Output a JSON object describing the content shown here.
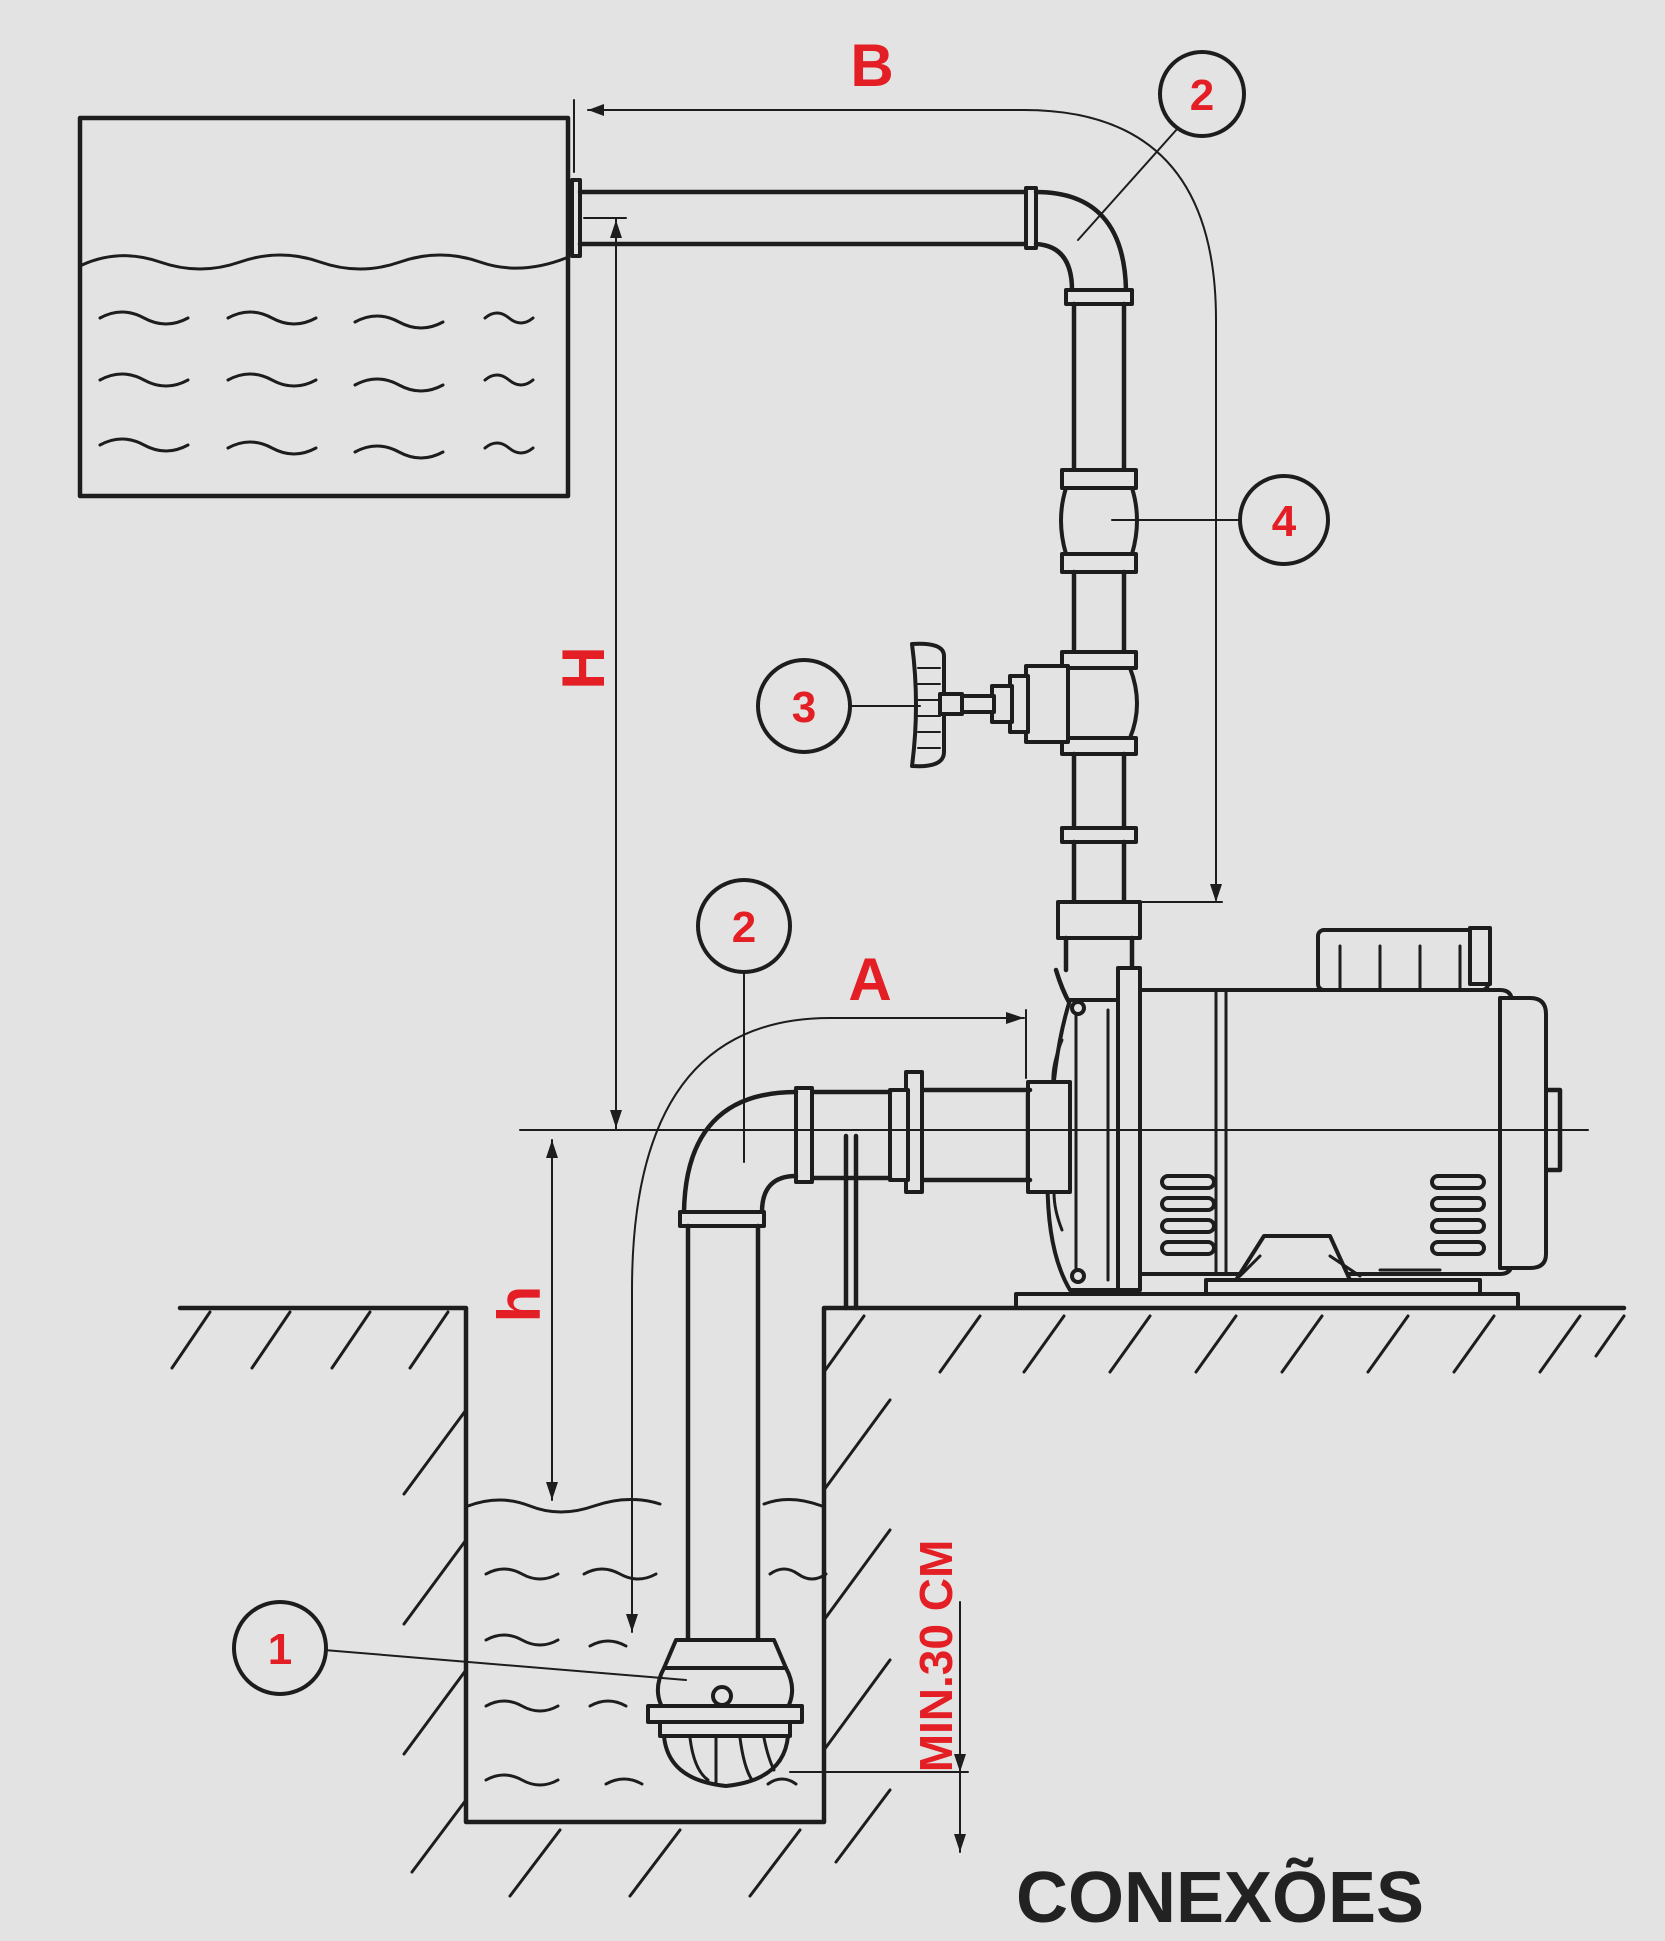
{
  "colors": {
    "background": "#e3e3e3",
    "line": "#1d1d1d",
    "accent": "#e31e24"
  },
  "dimensions": {
    "A": "A",
    "B": "B",
    "H": "H",
    "h": "h",
    "min_depth": "MIN.30 CM"
  },
  "callouts": {
    "c1": "1",
    "c2_top": "2",
    "c2_bottom": "2",
    "c3": "3",
    "c4": "4"
  },
  "caption": "CONEXÕES"
}
